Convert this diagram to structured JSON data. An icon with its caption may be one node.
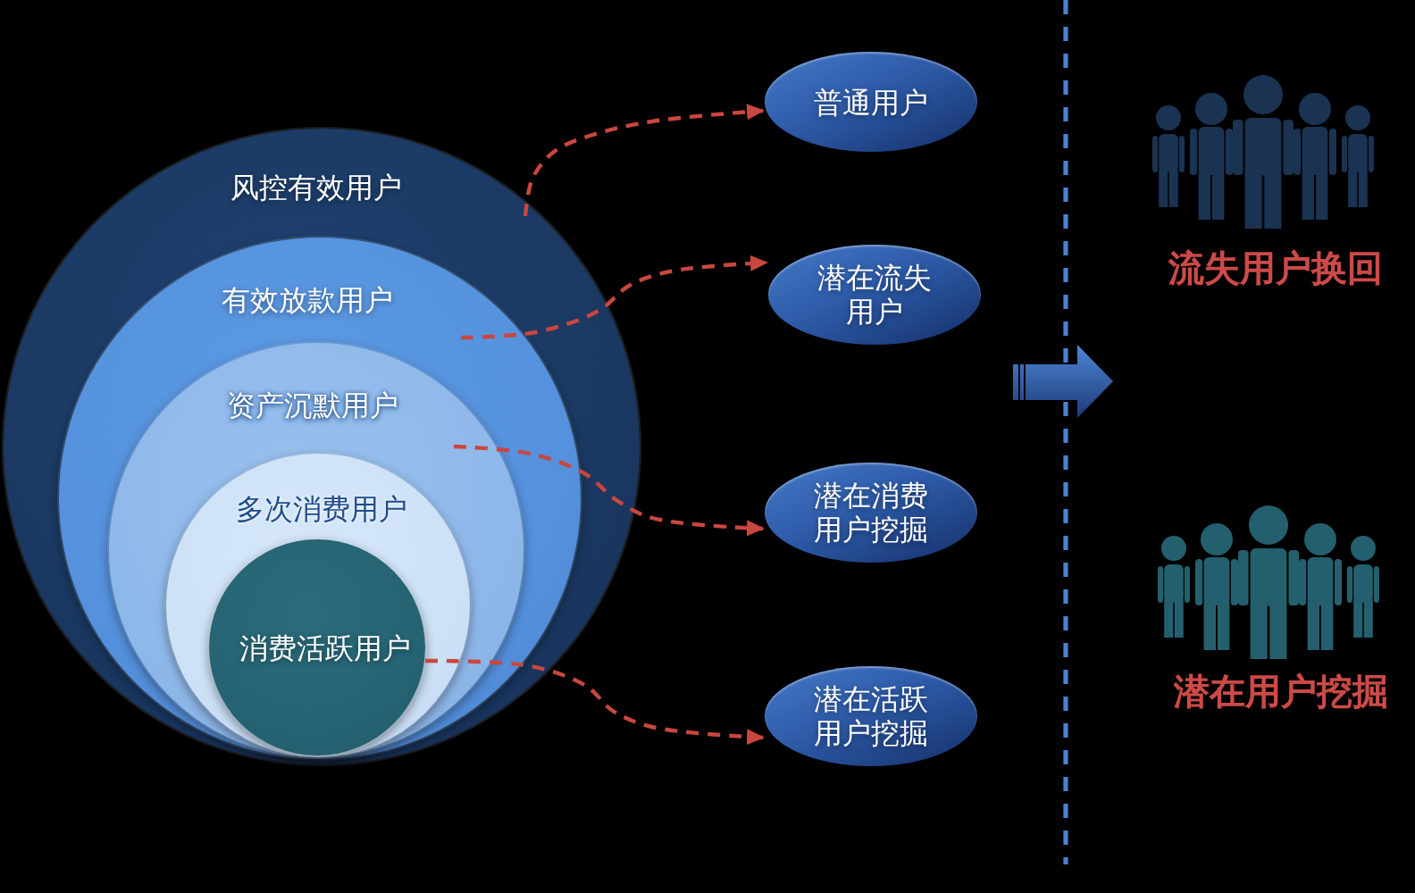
{
  "diagram": {
    "nodes": [
      {
        "text": [
          "风控有效用户"
        ]
      },
      {
        "text": [
          "有效放款用户"
        ],
        "in": 0
      },
      {
        "text": [
          "资产沉默用户"
        ],
        "in": 1
      },
      {
        "text": [
          "多次消费用户"
        ],
        "in": 2
      },
      {
        "text": [
          "消费活跃用户"
        ],
        "in": 3
      },
      {
        "text": [
          "普通用户"
        ]
      },
      {
        "text": [
          "潜在流失用户"
        ]
      },
      {
        "text": [
          "潜在消费用户挖掘"
        ]
      },
      {
        "text": [
          "潜在活跃用户挖掘"
        ]
      }
    ],
    "edges": [
      {
        "from": 0,
        "to": 5,
        "arrow": "to",
        "style": "dashed"
      },
      {
        "from": 1,
        "to": 6,
        "arrow": "to",
        "style": "dashed"
      },
      {
        "from": 2,
        "to": 7,
        "arrow": "to",
        "style": "dashed"
      },
      {
        "from": 4,
        "to": 8,
        "arrow": "to",
        "style": "dashed"
      }
    ],
    "labels": [
      "流失用户换回",
      "潜在用户挖掘"
    ]
  }
}
